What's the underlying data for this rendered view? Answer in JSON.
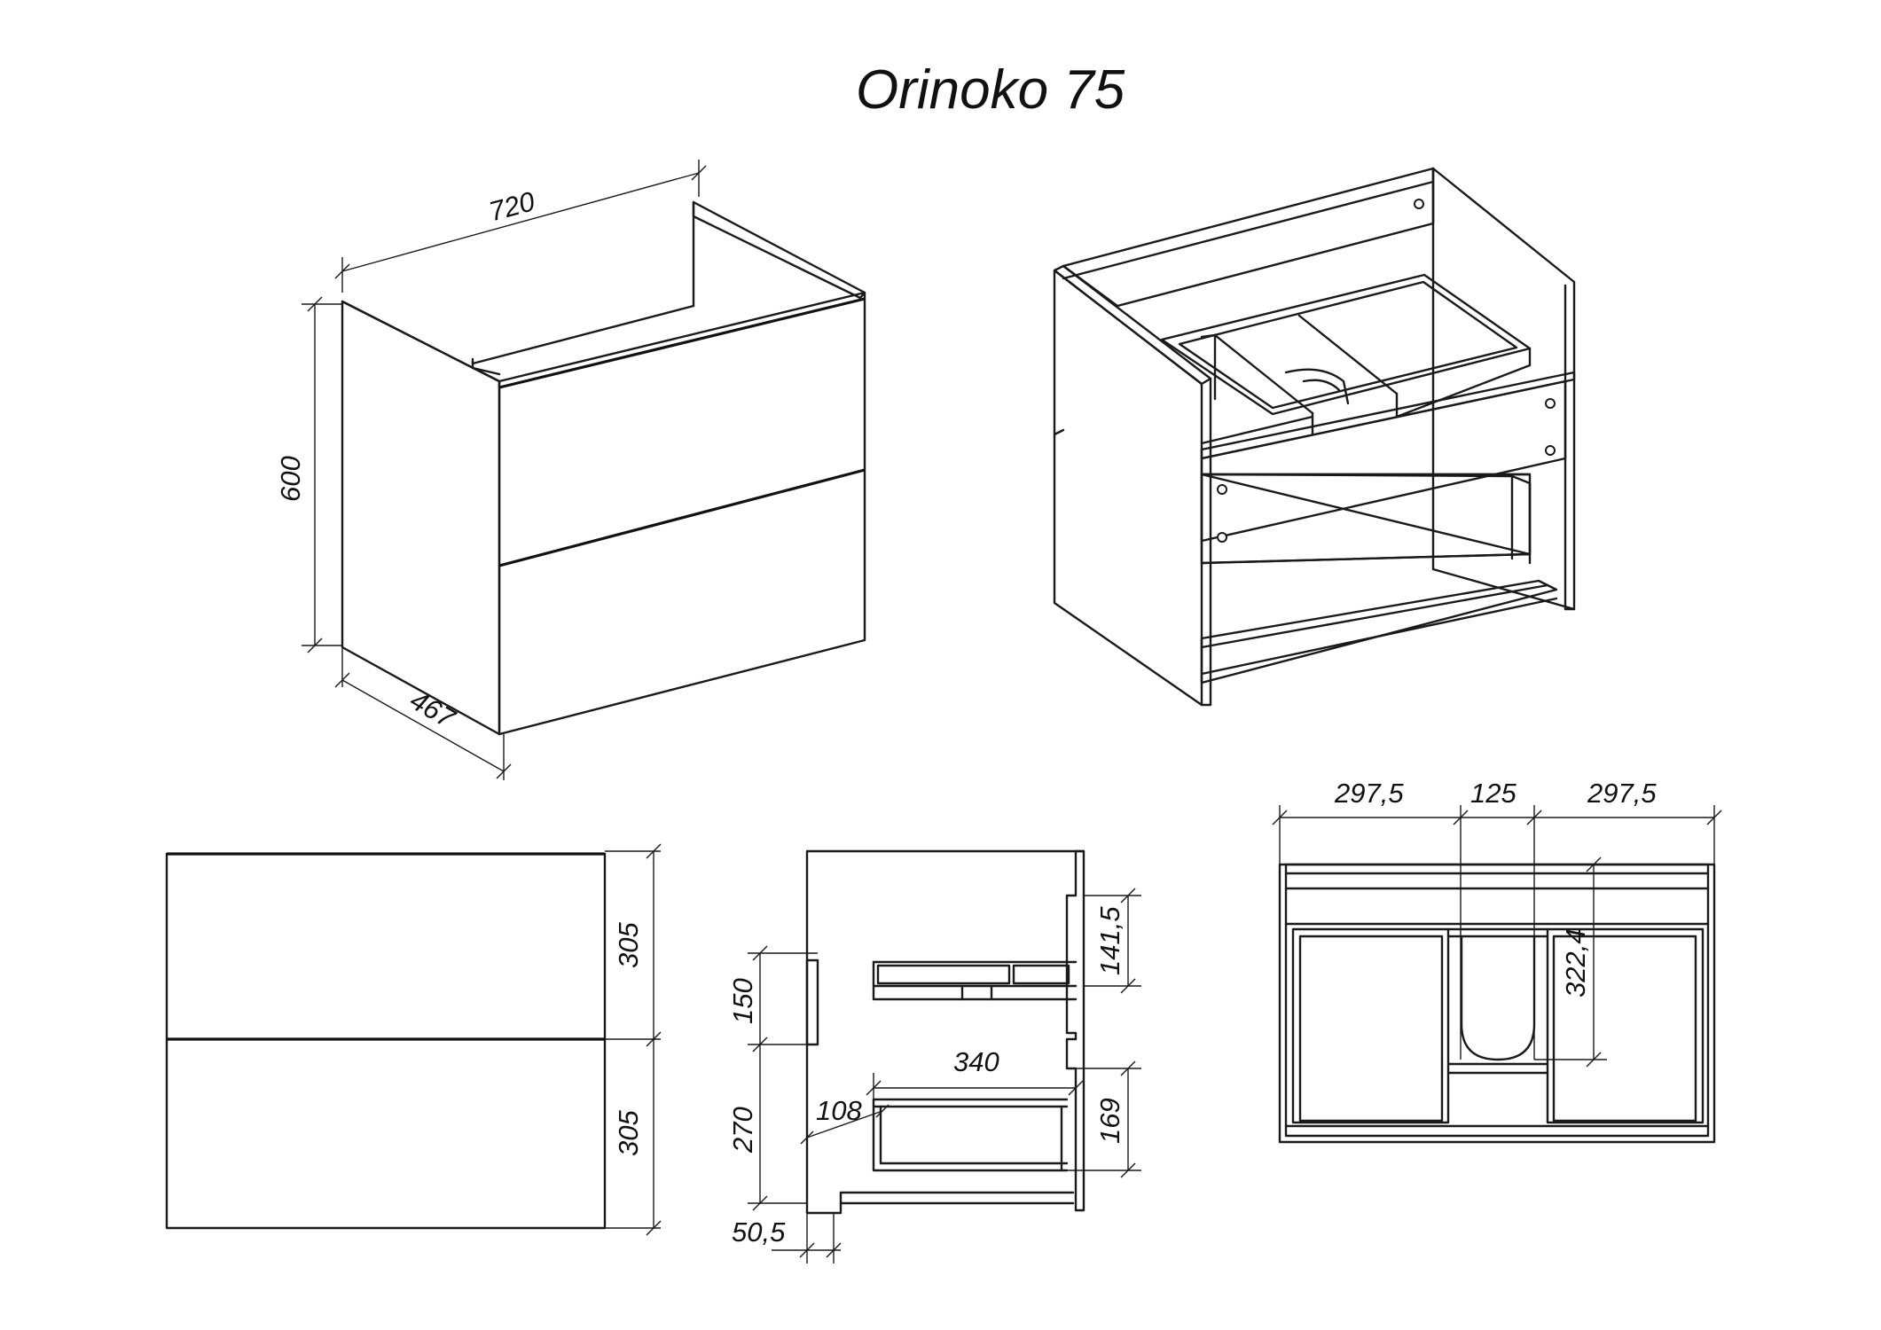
{
  "title": "Orinoko 75",
  "dimensions": {
    "width_top": "720",
    "height": "600",
    "depth": "467",
    "front_upper": "305",
    "front_lower": "305",
    "side_141": "141,5",
    "side_150": "150",
    "side_340": "340",
    "side_108": "108",
    "side_270": "270",
    "side_169": "169",
    "side_505": "50,5",
    "top_left": "297,5",
    "top_mid": "125",
    "top_right": "297,5",
    "top_depth": "322,4"
  }
}
